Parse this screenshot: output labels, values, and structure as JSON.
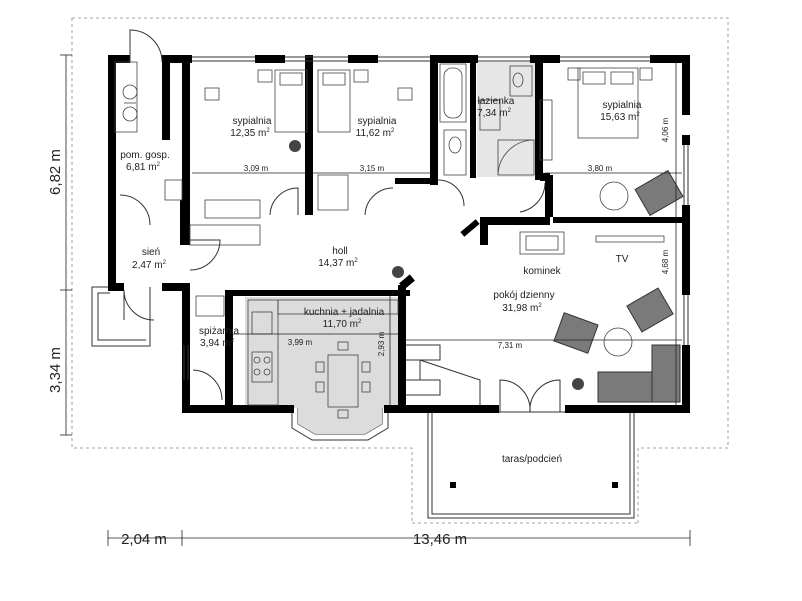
{
  "rooms": [
    {
      "id": "bed1",
      "name": "sypialnia",
      "area": "12,35 m",
      "sup": "2"
    },
    {
      "id": "bed2",
      "name": "sypialnia",
      "area": "11,62 m",
      "sup": "2"
    },
    {
      "id": "bath",
      "name": "łazienka",
      "area": "7,34 m",
      "sup": "2"
    },
    {
      "id": "bed3",
      "name": "sypialnia",
      "area": "15,63 m",
      "sup": "2"
    },
    {
      "id": "utility",
      "name": "pom. gosp.",
      "area": "6,81 m",
      "sup": "2"
    },
    {
      "id": "hall",
      "name": "holl",
      "area": "14,37 m",
      "sup": "2"
    },
    {
      "id": "vestibule",
      "name": "sień",
      "area": "2,47 m",
      "sup": "2"
    },
    {
      "id": "kitchen",
      "name": "kuchnia + jadalnia",
      "area": "11,70 m",
      "sup": "2"
    },
    {
      "id": "pantry",
      "name": "spiżarnia",
      "area": "3,94 m",
      "sup": "2"
    },
    {
      "id": "living",
      "name": "pokój dzienny",
      "area": "31,98 m",
      "sup": "2"
    }
  ],
  "labels": {
    "fireplace": "kominek",
    "tv": "TV",
    "terrace": "taras/podcień"
  },
  "dims": {
    "bed1_w": "3,09 m",
    "bed2_w": "3,15 m",
    "bed3_w": "3,80 m",
    "bed3_h": "4,06 m",
    "living_h": "4,68 m",
    "kitchen_w": "3,99 m",
    "kitchen_h": "2,93 m",
    "living_w": "7,31 m"
  },
  "outer_dims": {
    "height_top": "6,82 m",
    "height_bottom": "3,34 m",
    "width_left": "2,04 m",
    "width_main": "13,46 m"
  }
}
